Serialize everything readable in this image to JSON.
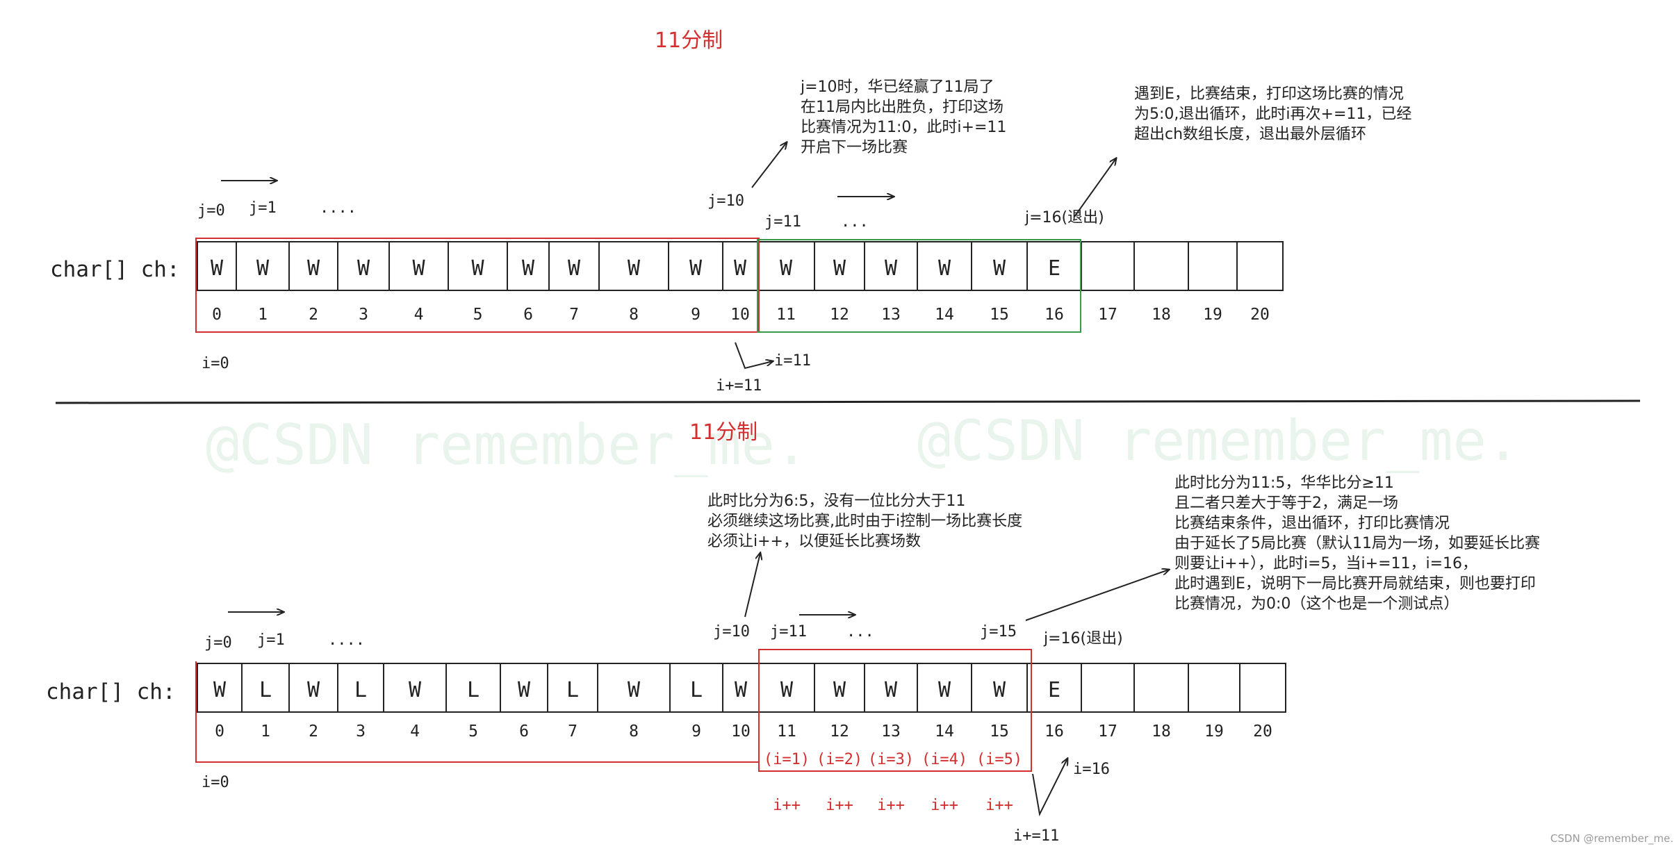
{
  "colors": {
    "ink": "#222222",
    "red": "#d32f2f",
    "green": "#3a9a48",
    "watermark": "#e9f4ec",
    "credit": "#999999"
  },
  "top": {
    "title": "11分制",
    "row_label": "char[] ch:",
    "chars": [
      "W",
      "W",
      "W",
      "W",
      "W",
      "W",
      "W",
      "W",
      "W",
      "W",
      "W",
      "W",
      "W",
      "W",
      "W",
      "W",
      "E",
      "",
      "",
      "",
      "",
      ""
    ],
    "indices": [
      "0",
      "1",
      "2",
      "3",
      "4",
      "5",
      "6",
      "7",
      "8",
      "9",
      "10",
      "11",
      "12",
      "13",
      "14",
      "15",
      "16",
      "17",
      "18",
      "19",
      "20"
    ],
    "labels": {
      "j0": "j=0",
      "j1": "j=1",
      "dots1": "....",
      "j10": "j=10",
      "j11": "j=11",
      "dots2": "...",
      "j16": "j=16(退出)",
      "i0": "i=0",
      "i11": "i=11",
      "iplus": "i+=11"
    },
    "note1": [
      "j=10时，华已经赢了11局了",
      "在11局内比出胜负，打印这场",
      "比赛情况为11:0，此时i+=11",
      "开启下一场比赛"
    ],
    "note2": [
      "遇到E，比赛结束，打印这场比赛的情况",
      "为5:0,退出循环，此时i再次+=11，已经",
      "超出ch数组长度，退出最外层循环"
    ]
  },
  "bottom": {
    "title": "11分制",
    "row_label": "char[] ch:",
    "chars": [
      "W",
      "L",
      "W",
      "L",
      "W",
      "L",
      "W",
      "L",
      "W",
      "L",
      "W",
      "W",
      "W",
      "W",
      "W",
      "W",
      "E",
      "",
      "",
      "",
      ""
    ],
    "indices": [
      "0",
      "1",
      "2",
      "3",
      "4",
      "5",
      "6",
      "7",
      "8",
      "9",
      "10",
      "11",
      "12",
      "13",
      "14",
      "15",
      "16",
      "17",
      "18",
      "19",
      "20"
    ],
    "labels": {
      "j0": "j=0",
      "j1": "j=1",
      "dots1": "....",
      "j10": "j=10",
      "j11": "j=11",
      "dots2": "...",
      "j15": "j=15",
      "j16": "j=16(退出)",
      "i0": "i=0",
      "i16": "i=16",
      "iplus": "i+=11"
    },
    "i_labels": [
      "(i=1)",
      "(i=2)",
      "(i=3)",
      "(i=4)",
      "(i=5)"
    ],
    "i_incs": [
      "i++",
      "i++",
      "i++",
      "i++",
      "i++"
    ],
    "note1": [
      "此时比分为6:5，没有一位比分大于11",
      "必须继续这场比赛,此时由于i控制一场比赛长度",
      "必须让i++，以便延长比赛场数"
    ],
    "note2": [
      "此时比分为11:5，华华比分≥11",
      "且二者只差大于等于2，满足一场",
      "比赛结束条件，退出循环，打印比赛情况",
      "由于延长了5局比赛（默认11局为一场，如要延长比赛",
      "则要让i++），此时i=5，当i+=11，i=16，",
      "此时遇到E，说明下一局比赛开局就结束，则也要打印",
      "比赛情况，为0:0（这个也是一个测试点）"
    ]
  },
  "watermark": "@CSDN remember_me.",
  "credit": "CSDN @remember_me."
}
